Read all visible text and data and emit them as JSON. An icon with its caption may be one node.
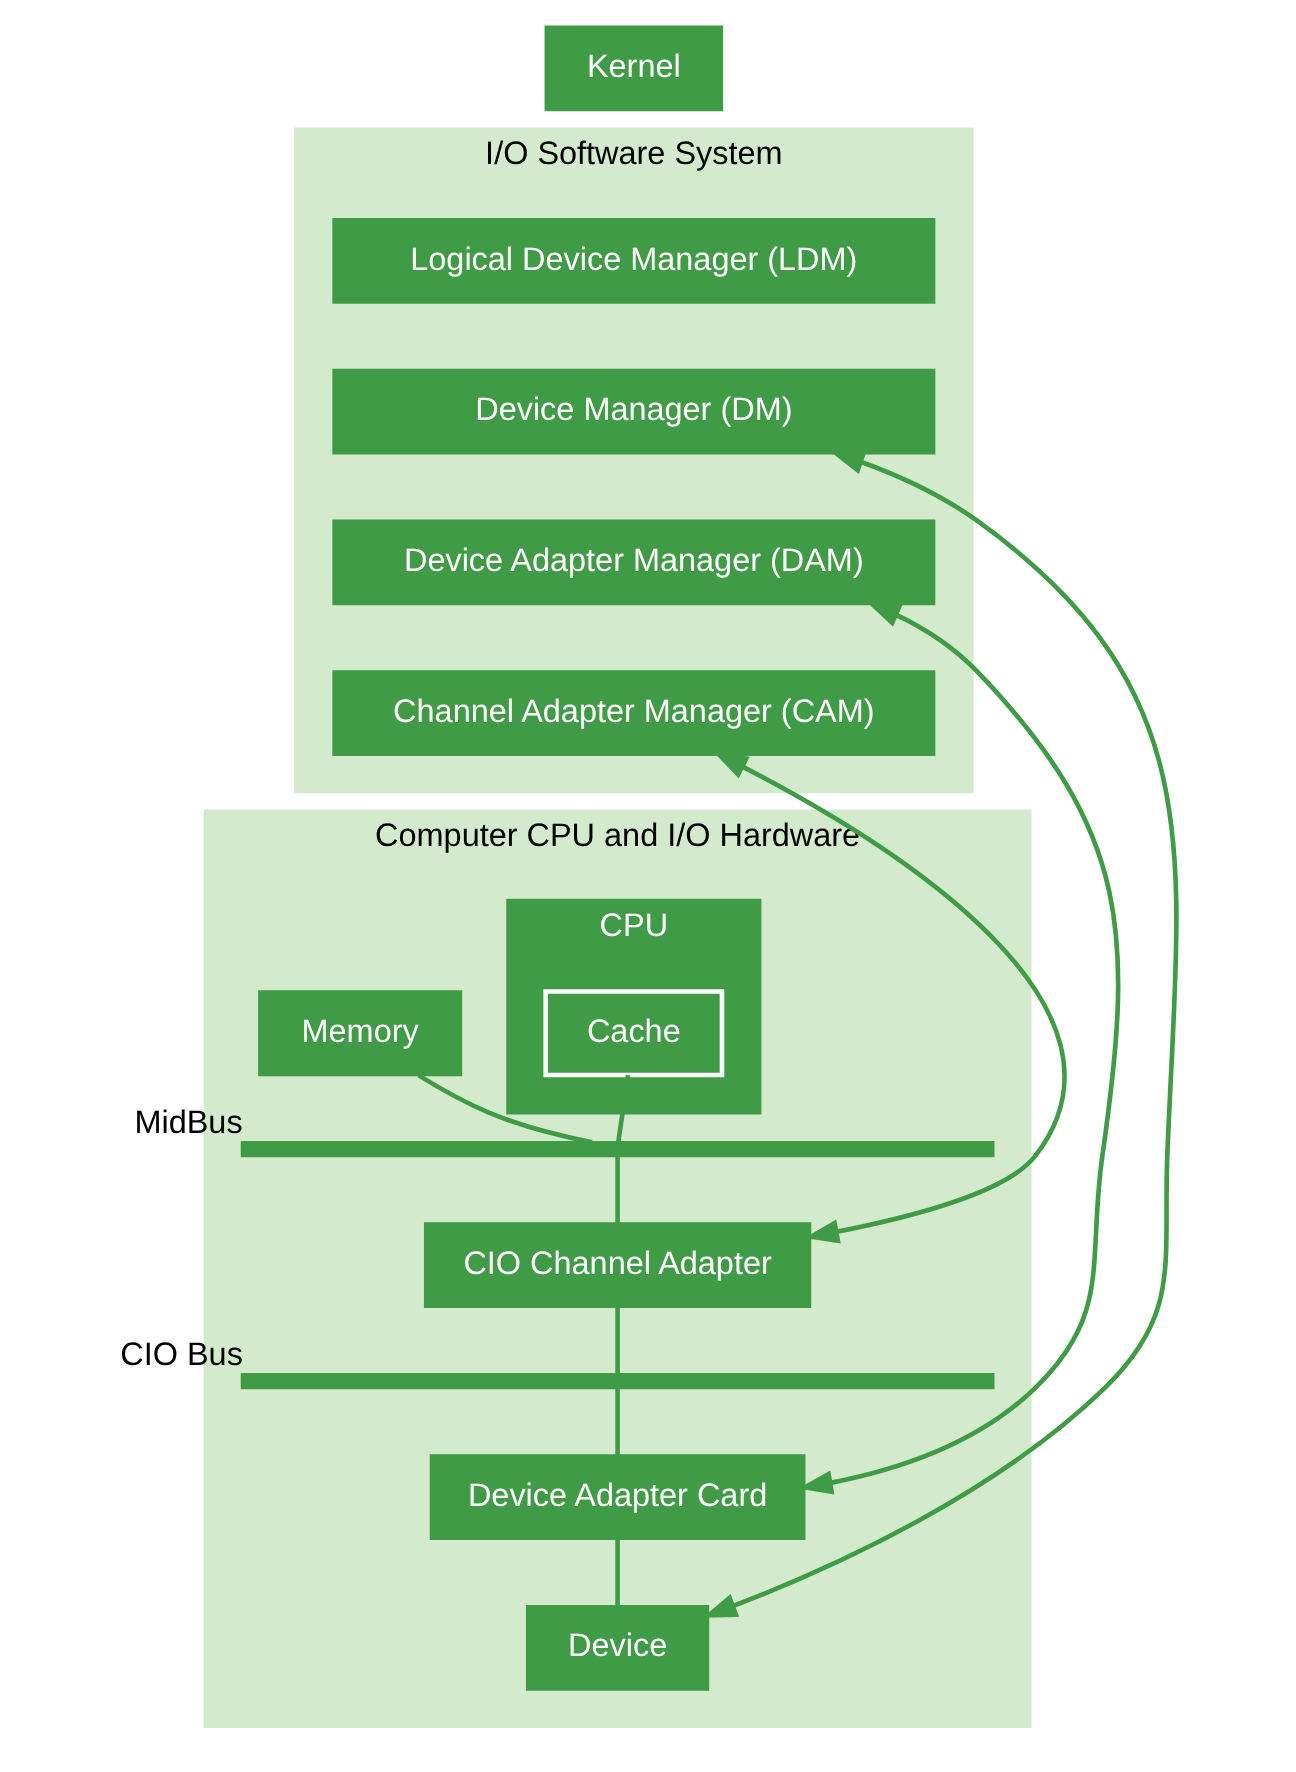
{
  "diagram": {
    "nodes": [
      {
        "text": [
          "Kernel"
        ]
      },
      {
        "text": [
          "I/O Software System"
        ]
      },
      {
        "text": [
          "Logical Device Manager (LDM)"
        ],
        "in": 1
      },
      {
        "text": [
          "Device Manager (DM)"
        ],
        "in": 1
      },
      {
        "text": [
          "Device Adapter Manager (DAM)"
        ],
        "in": 1
      },
      {
        "text": [
          "Channel Adapter Manager (CAM)"
        ],
        "in": 1
      },
      {
        "text": [
          "Computer CPU and I/O Hardware"
        ]
      },
      {
        "text": [
          "CPU"
        ],
        "in": 6
      },
      {
        "text": [
          "Cache"
        ],
        "in": 7
      },
      {
        "text": [
          "Memory"
        ],
        "in": 6
      },
      {
        "text": [
          "MidBus"
        ],
        "in": 6
      },
      {
        "text": [
          "CIO Channel Adapter"
        ],
        "in": 6
      },
      {
        "text": [
          "CIO Bus"
        ],
        "in": 6
      },
      {
        "text": [
          "Device Adapter Card"
        ],
        "in": 6
      },
      {
        "text": [
          "Device"
        ],
        "in": 6
      }
    ],
    "edges": [
      {
        "from": 8,
        "to": 10,
        "arrow": "none"
      },
      {
        "from": 9,
        "to": 10,
        "arrow": "none"
      },
      {
        "from": 10,
        "to": 11,
        "arrow": "none"
      },
      {
        "from": 11,
        "to": 12,
        "arrow": "none"
      },
      {
        "from": 12,
        "to": 13,
        "arrow": "none"
      },
      {
        "from": 13,
        "to": 14,
        "arrow": "none"
      },
      {
        "from": 3,
        "to": 14,
        "arrow": "both"
      },
      {
        "from": 4,
        "to": 13,
        "arrow": "both"
      },
      {
        "from": 5,
        "to": 11,
        "arrow": "both"
      }
    ]
  }
}
